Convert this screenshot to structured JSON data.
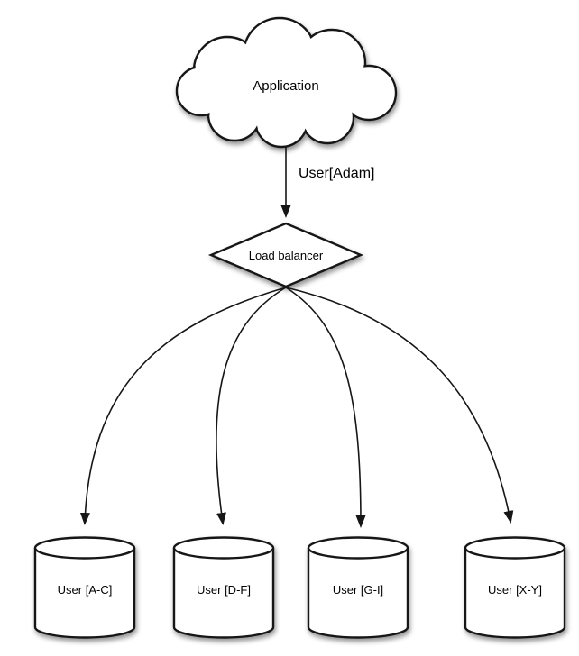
{
  "diagram": {
    "background_color": "#ffffff",
    "line_color": "#161616",
    "shape_fill_color": "#ffffff",
    "text_color": "#000000",
    "nodes": {
      "application": {
        "label": "Application",
        "shape": "cloud"
      },
      "load_balancer": {
        "label": "Load balancer",
        "shape": "diamond"
      },
      "shards": [
        {
          "label": "User [A-C]",
          "shape": "cylinder"
        },
        {
          "label": "User [D-F]",
          "shape": "cylinder"
        },
        {
          "label": "User [G-I]",
          "shape": "cylinder"
        },
        {
          "label": "User [X-Y]",
          "shape": "cylinder"
        }
      ]
    },
    "edges": [
      {
        "from": "application",
        "to": "load_balancer",
        "label": "User[Adam]"
      },
      {
        "from": "load_balancer",
        "to": "shards.0",
        "label": ""
      },
      {
        "from": "load_balancer",
        "to": "shards.1",
        "label": ""
      },
      {
        "from": "load_balancer",
        "to": "shards.2",
        "label": ""
      },
      {
        "from": "load_balancer",
        "to": "shards.3",
        "label": ""
      }
    ]
  }
}
